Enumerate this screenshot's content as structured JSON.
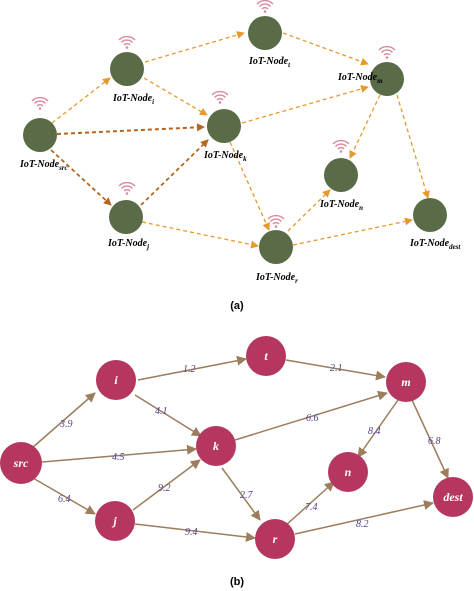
{
  "panel_a": {
    "caption": "(a)",
    "nodes": {
      "src": {
        "prefix": "IoT-Node",
        "sub": "src"
      },
      "i": {
        "prefix": "IoT-Node",
        "sub": "i"
      },
      "t": {
        "prefix": "IoT-Node",
        "sub": "t"
      },
      "m": {
        "prefix": "IoT-Node",
        "sub": "m"
      },
      "k": {
        "prefix": "IoT-Node",
        "sub": "k"
      },
      "n": {
        "prefix": "IoT-Node",
        "sub": "n"
      },
      "j": {
        "prefix": "IoT-Node",
        "sub": "j"
      },
      "r": {
        "prefix": "IoT-Node",
        "sub": "r"
      },
      "dest": {
        "prefix": "IoT-Node",
        "sub": "dest"
      }
    },
    "colors": {
      "node": "#5a6b48",
      "edge": "#e69a2e",
      "edge_dark": "#b5651d",
      "wifi": "#d98a9a"
    }
  },
  "panel_b": {
    "caption": "(b)",
    "nodes": {
      "src": "src",
      "i": "i",
      "t": "t",
      "m": "m",
      "k": "k",
      "n": "n",
      "j": "j",
      "r": "r",
      "dest": "dest"
    },
    "weights": {
      "src_i": "3.9",
      "src_k": "4.5",
      "src_j": "6.4",
      "i_t": "1.2",
      "i_k": "4.1",
      "t_m": "2.1",
      "j_k": "9.2",
      "j_r": "9.4",
      "k_r": "2.7",
      "k_m": "6.6",
      "m_n": "8.4",
      "m_dest": "6.8",
      "r_n": "7.4",
      "r_dest": "8.2"
    },
    "colors": {
      "node": "#b5375f",
      "edge": "#9c7d5c",
      "weight": "#4b3f8f"
    }
  }
}
